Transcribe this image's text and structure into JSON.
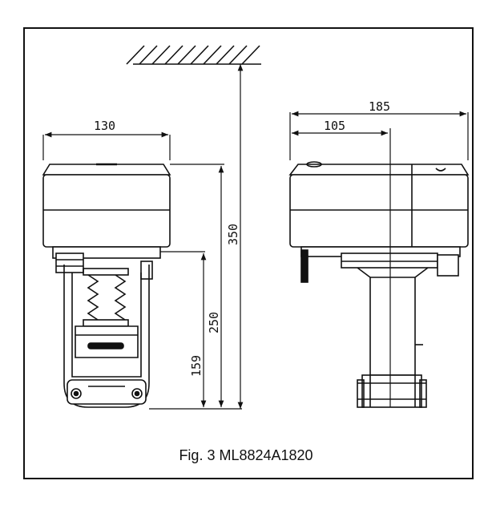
{
  "dimensions": {
    "front_width": "130",
    "total_height": "350",
    "body_height": "250",
    "lower_height": "159",
    "side_width": "185",
    "side_offset": "105"
  },
  "caption": "Fig. 3 ML8824A1820"
}
